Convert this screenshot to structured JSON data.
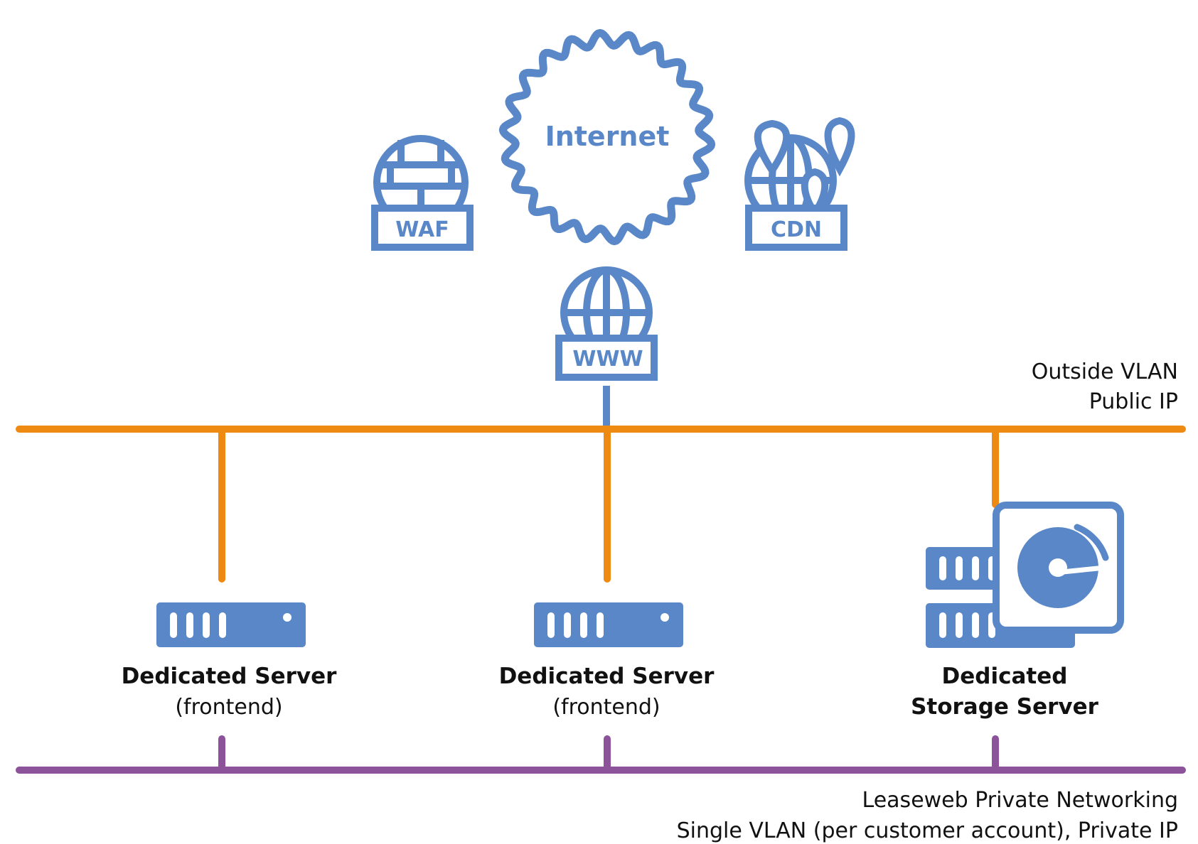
{
  "colors": {
    "icon_blue": "#5987C7",
    "public_orange": "#EE8A12",
    "private_purple": "#8C529A",
    "text": "#111111"
  },
  "cloud": {
    "label": "Internet"
  },
  "icons": {
    "waf": {
      "label": "WAF",
      "icon": "globe-firewall-icon"
    },
    "cdn": {
      "label": "CDN",
      "icon": "globe-pins-icon"
    },
    "www": {
      "label": "WWW",
      "icon": "globe-icon"
    }
  },
  "networks": {
    "public": {
      "line1": "Outside VLAN",
      "line2": "Public IP"
    },
    "private": {
      "line1": "Leaseweb Private Networking",
      "line2": "Single VLAN (per customer account), Private IP"
    }
  },
  "servers": [
    {
      "title": "Dedicated Server",
      "subtitle": "(frontend)",
      "icon": "server-icon"
    },
    {
      "title": "Dedicated Server",
      "subtitle": "(frontend)",
      "icon": "server-icon"
    },
    {
      "title": "Dedicated",
      "subtitle": "Storage Server",
      "icon": "storage-server-icon"
    }
  ]
}
